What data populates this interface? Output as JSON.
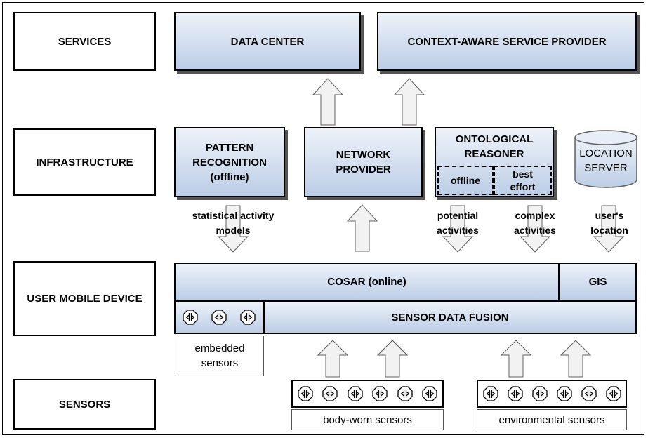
{
  "layers": {
    "services": "SERVICES",
    "infrastructure": "INFRASTRUCTURE",
    "user_mobile_device": "USER MOBILE DEVICE",
    "sensors": "SENSORS"
  },
  "services": {
    "data_center": "DATA CENTER",
    "context_aware_provider": "CONTEXT-AWARE SERVICE PROVIDER"
  },
  "infrastructure": {
    "pattern_recognition": "PATTERN\nRECOGNITION\n(offline)",
    "network_provider": "NETWORK\nPROVIDER",
    "ontological_reasoner": "ONTOLOGICAL\nREASONER",
    "reasoner_offline": "offline",
    "reasoner_best_effort": "best\neffort",
    "location_server": "LOCATION\nSERVER"
  },
  "device": {
    "cosar": "COSAR (online)",
    "gis": "GIS",
    "sensor_data_fusion": "SENSOR DATA FUSION"
  },
  "flows": {
    "statistical_models": "statistical activity\nmodels",
    "potential_activities": "potential\nactivities",
    "complex_activities": "complex\nactivities",
    "users_location": "user's\nlocation"
  },
  "sensors": {
    "embedded": "embedded\nsensors",
    "body_worn": "body-worn sensors",
    "environmental": "environmental sensors"
  },
  "icons": {
    "sensor": "sensor-icon",
    "arrow": "arrow-icon"
  }
}
